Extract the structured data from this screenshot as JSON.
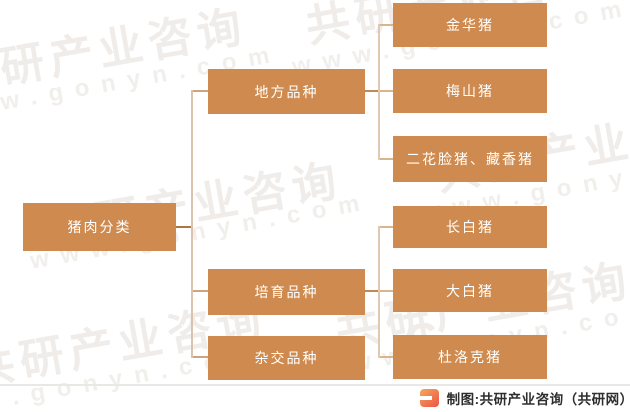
{
  "diagram": {
    "title_node": "猪肉分类",
    "root": {
      "label": "猪肉分类"
    },
    "branches": [
      {
        "label": "地方品种",
        "children": [
          "金华猪",
          "梅山猪",
          "二花脸猪、藏香猪"
        ]
      },
      {
        "label": "培育品种",
        "children": [
          "长白猪",
          "大白猪",
          "杜洛克猪"
        ]
      },
      {
        "label": "杂交品种",
        "children": []
      }
    ]
  },
  "watermark": {
    "brand": "共研产业咨询",
    "brand_with_logo": "G共研产业咨询",
    "logo_glyph": "G",
    "url": "www.gonyn.com"
  },
  "footer": {
    "credit": "制图:共研产业咨询（共研网）"
  },
  "colors": {
    "node_fill": "#cf8b4f",
    "node_text": "#ffffff",
    "connector_dark": "#ac7542",
    "connector_light": "#e0c9b2",
    "watermark": "#efece9",
    "logo_gradient_start": "#f6a75c",
    "logo_gradient_end": "#e9564a"
  }
}
